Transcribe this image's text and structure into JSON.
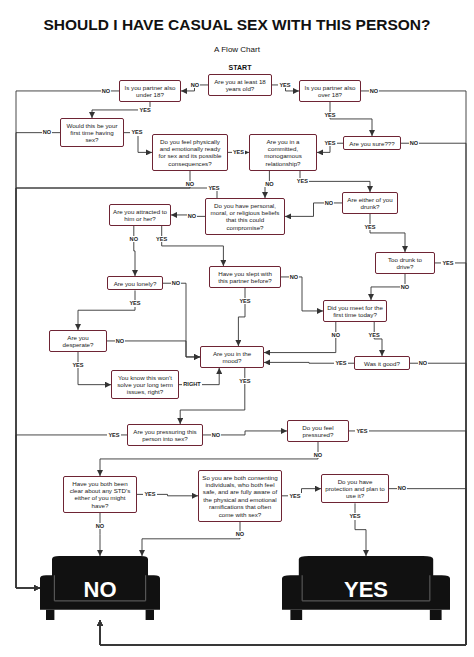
{
  "diagram": {
    "title": "SHOULD I HAVE CASUAL SEX WITH THIS PERSON?",
    "nodes": [
      {
        "text": [
          "Is you partner also under 18?"
        ]
      },
      {
        "text": [
          "Are you at least 18 years old?"
        ]
      },
      {
        "text": [
          "Is you partner also over 18?"
        ]
      },
      {
        "text": [
          "Would this be your first time having sex?"
        ]
      },
      {
        "text": [
          "Do you feel physically and emotionally ready for sex and its possible consequences?"
        ]
      },
      {
        "text": [
          "Are you in a committed, monogamous relationship?"
        ]
      },
      {
        "text": [
          "Are you sure???"
        ]
      },
      {
        "text": [
          "Are you attracted to him or her?"
        ]
      },
      {
        "text": [
          "Do you have personal, moral, or religious beliefs that this could compromise?"
        ]
      },
      {
        "text": [
          "Are either of you drunk?"
        ]
      },
      {
        "text": [
          "Have you slept with this partner before?"
        ]
      },
      {
        "text": [
          "Too drunk to drive?"
        ]
      },
      {
        "text": [
          "Are you lonely?"
        ]
      },
      {
        "text": [
          "Did you meet for the first time today?"
        ]
      },
      {
        "text": [
          "Are you desperate?"
        ]
      },
      {
        "text": [
          "Are you in the mood?"
        ]
      },
      {
        "text": [
          "Was it good?"
        ]
      },
      {
        "text": [
          "You know this won't solve your long term issues, right?"
        ]
      },
      {
        "text": [
          "Are you pressuring this person into sex?"
        ]
      },
      {
        "text": [
          "Do you feel pressured?"
        ]
      },
      {
        "text": [
          "Have you both been clear about any STD's either of you might have?"
        ]
      },
      {
        "text": [
          "So you are both consenting individuals, who both feel safe, and are fully aware of the physical and emotional ramifications that often come with sex?"
        ]
      },
      {
        "text": [
          "Do you have protection and plan to use it?"
        ]
      },
      {
        "text": [
          "NO"
        ]
      },
      {
        "text": [
          "YES"
        ]
      }
    ],
    "edges": [
      {
        "from": 1,
        "to": 0,
        "label": "NO",
        "arrow": "to"
      },
      {
        "from": 1,
        "to": 2,
        "label": "YES",
        "arrow": "to"
      },
      {
        "from": 0,
        "to": 23,
        "label": "NO",
        "arrow": "to"
      },
      {
        "from": 0,
        "to": 3,
        "label": "YES",
        "arrow": "to"
      },
      {
        "from": 2,
        "to": 23,
        "label": "NO",
        "arrow": "to"
      },
      {
        "from": 2,
        "to": 6,
        "label": "YES",
        "arrow": "to"
      },
      {
        "from": 3,
        "to": 4,
        "label": "YES",
        "arrow": "to"
      },
      {
        "from": 3,
        "to": 23,
        "label": "NO",
        "arrow": "to"
      },
      {
        "from": 4,
        "to": 5,
        "label": "YES",
        "arrow": "to"
      },
      {
        "from": 4,
        "to": 23,
        "label": "NO",
        "arrow": "to"
      },
      {
        "from": 6,
        "to": 5,
        "label": "YES",
        "arrow": "to"
      },
      {
        "from": 6,
        "to": 23,
        "label": "NO",
        "arrow": "to"
      },
      {
        "from": 5,
        "to": 9,
        "label": "YES",
        "arrow": "to"
      },
      {
        "from": 5,
        "to": 8,
        "label": "NO",
        "arrow": "to"
      },
      {
        "from": 8,
        "to": 7,
        "label": "NO",
        "arrow": "to"
      },
      {
        "from": 8,
        "to": 23,
        "label": "YES",
        "arrow": "to"
      },
      {
        "from": 9,
        "to": 11,
        "label": "YES",
        "arrow": "to"
      },
      {
        "from": 9,
        "to": 8,
        "label": "NO",
        "arrow": "to"
      },
      {
        "from": 7,
        "to": 10,
        "label": "YES",
        "arrow": "to"
      },
      {
        "from": 7,
        "to": 12,
        "label": "NO",
        "arrow": "to"
      },
      {
        "from": 12,
        "to": 14,
        "label": "YES",
        "arrow": "to"
      },
      {
        "from": 12,
        "to": 15,
        "label": "NO",
        "arrow": "to"
      },
      {
        "from": 14,
        "to": 17,
        "label": "YES",
        "arrow": "to"
      },
      {
        "from": 14,
        "to": 15,
        "label": "NO",
        "arrow": "to"
      },
      {
        "from": 17,
        "to": 15,
        "label": "RIGHT",
        "arrow": "to"
      },
      {
        "from": 10,
        "to": 13,
        "label": "NO",
        "arrow": "to"
      },
      {
        "from": 10,
        "to": 15,
        "label": "YES",
        "arrow": "to"
      },
      {
        "from": 11,
        "to": 13,
        "label": "NO",
        "arrow": "to"
      },
      {
        "from": 11,
        "to": 23,
        "label": "YES",
        "arrow": "to"
      },
      {
        "from": 13,
        "to": 15,
        "label": "NO",
        "arrow": "to"
      },
      {
        "from": 13,
        "to": 16,
        "label": "YES",
        "arrow": "to"
      },
      {
        "from": 16,
        "to": 15,
        "label": "YES",
        "arrow": "to"
      },
      {
        "from": 16,
        "to": 23,
        "label": "NO",
        "arrow": "to"
      },
      {
        "from": 15,
        "to": 18,
        "label": "YES",
        "arrow": "to"
      },
      {
        "from": 18,
        "to": 23,
        "label": "YES",
        "arrow": "to"
      },
      {
        "from": 18,
        "to": 19,
        "label": "NO",
        "arrow": "to"
      },
      {
        "from": 19,
        "to": 23,
        "label": "YES",
        "arrow": "to"
      },
      {
        "from": 19,
        "to": 20,
        "label": "NO",
        "arrow": "to"
      },
      {
        "from": 20,
        "to": 21,
        "label": "YES",
        "arrow": "to"
      },
      {
        "from": 20,
        "to": 23,
        "label": "NO",
        "arrow": "to"
      },
      {
        "from": 21,
        "to": 22,
        "label": "YES",
        "arrow": "to"
      },
      {
        "from": 21,
        "to": 23,
        "label": "NO",
        "arrow": "to"
      },
      {
        "from": 22,
        "to": 24,
        "label": "YES",
        "arrow": "to"
      },
      {
        "from": 22,
        "to": 23,
        "label": "NO",
        "arrow": "to"
      }
    ],
    "labels": [
      "A Flow Chart",
      "START"
    ]
  }
}
